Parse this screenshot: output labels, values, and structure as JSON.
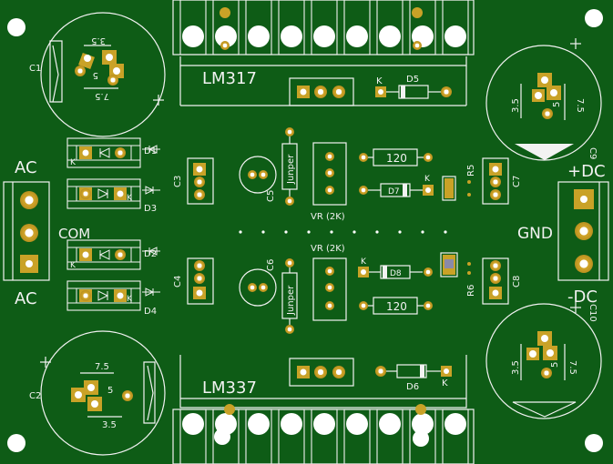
{
  "board": {
    "colors": {
      "pcb": "#0e5c16",
      "silk": "#f2f2f2",
      "copper": "#c9a227",
      "hole": "#ffffff"
    },
    "regulators": {
      "top": "LM317",
      "bottom": "LM337"
    },
    "labels": {
      "ac_top": "AC",
      "ac_bottom": "AC",
      "com": "COM",
      "plus_dc": "+DC",
      "gnd": "GND",
      "minus_dc": "-DC",
      "vr_top": "VR (2K)",
      "vr_bottom": "VR (2K)",
      "jumper_top": "Junper",
      "jumper_bottom": "Junper",
      "res_top": "120",
      "res_bottom": "120",
      "cap_pitch_a": "7.5",
      "cap_pitch_b": "3.5",
      "cap_pin": "5",
      "k": "K",
      "plus": "+"
    },
    "refs": {
      "c1": "C1",
      "c2": "C2",
      "c3": "C3",
      "c4": "C4",
      "c5": "C5",
      "c6": "C6",
      "c7": "C7",
      "c8": "C8",
      "c9": "C9",
      "c10": "C10",
      "d1": "D1",
      "d2": "D2",
      "d3": "D3",
      "d4": "D4",
      "d5": "D5",
      "d6": "D6",
      "d7": "D7",
      "d8": "D8",
      "r5": "R5",
      "r6": "R6"
    }
  }
}
